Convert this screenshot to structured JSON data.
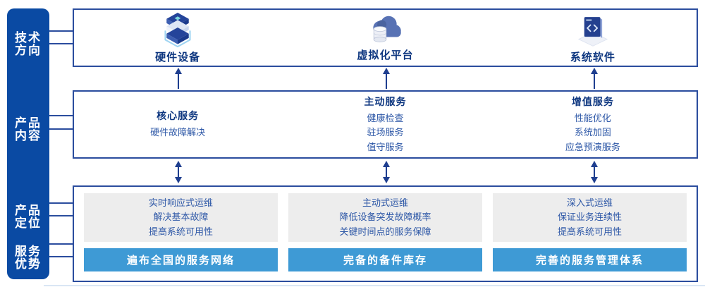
{
  "colors": {
    "sidebar_bg": "#0a4aa3",
    "box_border": "#2b4d9e",
    "heading_text": "#0e3780",
    "body_text": "#2e58a7",
    "panel_bg": "#ededed",
    "bar_bg": "#3e9ad5",
    "arrow": "#1e3e8f"
  },
  "sidebar": {
    "items": [
      {
        "name": "tech-direction",
        "lines": [
          "技术",
          "方向"
        ]
      },
      {
        "name": "product-content",
        "lines": [
          "产品",
          "内容"
        ]
      },
      {
        "name": "product-positioning",
        "lines": [
          "产品",
          "定位"
        ]
      },
      {
        "name": "service-advantage",
        "lines": [
          "服务",
          "优势"
        ]
      }
    ]
  },
  "tech_row": {
    "items": [
      {
        "icon": "server-stack-icon",
        "label": "硬件设备"
      },
      {
        "icon": "cloud-database-icon",
        "label": "虚拟化平台"
      },
      {
        "icon": "code-window-icon",
        "label": "系统软件"
      }
    ]
  },
  "content_row": {
    "items": [
      {
        "title": "核心服务",
        "lines": [
          "硬件故障解决"
        ]
      },
      {
        "title": "主动服务",
        "lines": [
          "健康检查",
          "驻场服务",
          "值守服务"
        ]
      },
      {
        "title": "增值服务",
        "lines": [
          "性能优化",
          "系统加固",
          "应急预演服务"
        ]
      }
    ]
  },
  "position_row": {
    "items": [
      {
        "lines": [
          "实时响应式运维",
          "解决基本故障",
          "提高系统可用性"
        ],
        "bar": "遍布全国的服务网络"
      },
      {
        "lines": [
          "主动式运维",
          "降低设备突发故障概率",
          "关键时间点的服务保障"
        ],
        "bar": "完备的备件库存"
      },
      {
        "lines": [
          "深入式运维",
          "保证业务连续性",
          "提高系统可用性"
        ],
        "bar": "完善的服务管理体系"
      }
    ]
  }
}
